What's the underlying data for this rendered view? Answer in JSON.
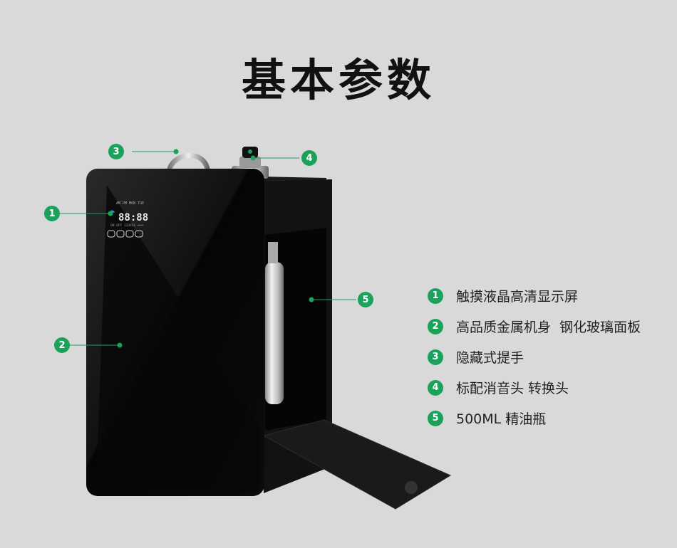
{
  "title": "基本参数",
  "screen": {
    "time": "88:88"
  },
  "callouts": [
    "1",
    "2",
    "3",
    "4",
    "5"
  ],
  "legend": [
    {
      "num": "1",
      "text": "触摸液晶高清显示屏"
    },
    {
      "num": "2",
      "text": "高品质金属机身  钢化玻璃面板"
    },
    {
      "num": "3",
      "text": "隐藏式提手"
    },
    {
      "num": "4",
      "text": "标配消音头 转换头"
    },
    {
      "num": "5",
      "text": "500ML 精油瓶"
    }
  ],
  "colors": {
    "background": "#d9d9d9",
    "accent": "#1aa15a",
    "device": "#0d0d0d"
  }
}
